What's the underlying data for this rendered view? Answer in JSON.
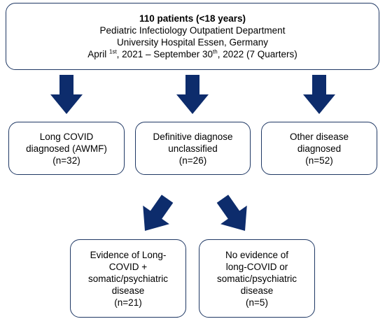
{
  "colors": {
    "arrow": "#0d2c6c",
    "border": "#1f3864"
  },
  "top": {
    "title": "110 patients (<18 years)",
    "line2": "Pediatric Infectiology Outpatient Department",
    "line3": "University Hospital Essen, Germany",
    "date_a": "April ",
    "date_a_sup": "1st",
    "date_b": ", 2021 – September 30",
    "date_b_sup": "th",
    "date_c": ", 2022 (7 Quarters)"
  },
  "level1": [
    {
      "lines": [
        "Long COVID",
        "diagnosed (AWMF)",
        "(n=32)"
      ]
    },
    {
      "lines": [
        "Definitive diagnose",
        "unclassified",
        "(n=26)"
      ]
    },
    {
      "lines": [
        "Other disease",
        "diagnosed",
        "(n=52)"
      ]
    }
  ],
  "level2": [
    {
      "lines": [
        "Evidence of Long-",
        "COVID +",
        "somatic/psychiatric",
        "disease",
        "(n=21)"
      ]
    },
    {
      "lines": [
        "No evidence of",
        "long-COVID or",
        "somatic/psychiatric",
        "disease",
        "(n=5)"
      ]
    }
  ]
}
